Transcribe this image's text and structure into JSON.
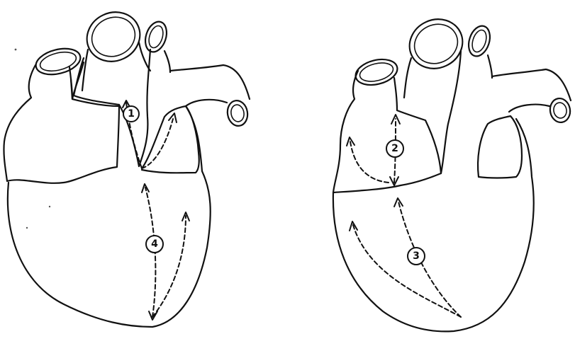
{
  "diagram": {
    "left_heart": {
      "markers": [
        {
          "key": "m1",
          "label": "1"
        },
        {
          "key": "m4",
          "label": "4"
        }
      ]
    },
    "right_heart": {
      "markers": [
        {
          "key": "m2",
          "label": "2"
        },
        {
          "key": "m3",
          "label": "3"
        }
      ]
    }
  }
}
